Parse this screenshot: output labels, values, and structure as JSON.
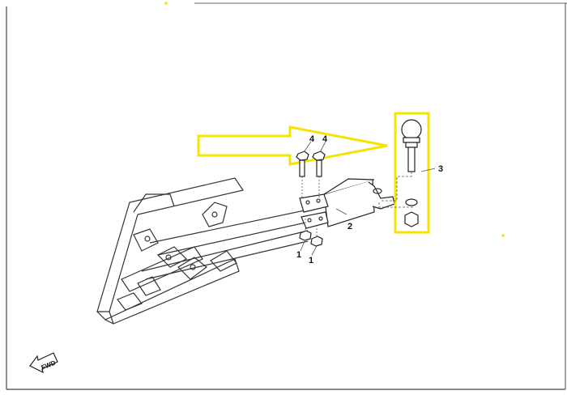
{
  "diagram": {
    "callouts": {
      "bolt_left": "4",
      "bolt_right": "4",
      "nut_left": "1",
      "nut_right": "1",
      "receiver": "2",
      "hitch_ball_kit": "3"
    },
    "direction_label": "FWD",
    "highlight_color": "#f5e400"
  }
}
